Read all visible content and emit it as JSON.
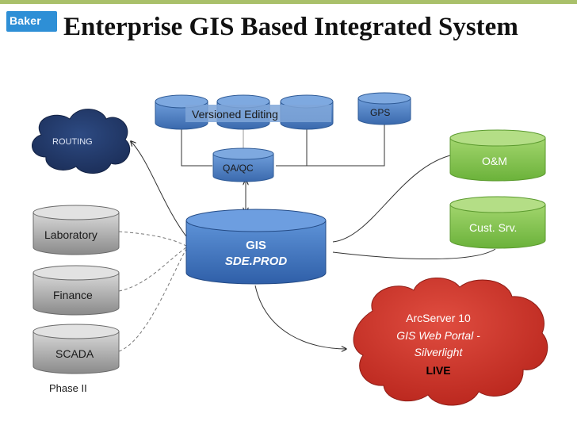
{
  "header": {
    "logo_text": "Baker",
    "title": "Enterprise GIS Based Integrated System"
  },
  "diagram": {
    "routing": "ROUTING",
    "versioned_editing": "Versioned Editing",
    "gps": "GPS",
    "qa_qc": "QA/QC",
    "om": "O&M",
    "cust_srv": "Cust. Srv.",
    "laboratory": "Laboratory",
    "finance": "Finance",
    "scada": "SCADA",
    "phase": "Phase II",
    "gis_line1": "GIS",
    "gis_line2": "SDE.PROD",
    "arcserver_line1": "ArcServer 10",
    "arcserver_line2": "GIS Web Portal -",
    "arcserver_line3": "Silverlight",
    "arcserver_line4": "LIVE"
  },
  "colors": {
    "blue_db": "#4a7ec4",
    "routing_cloud": "#243a66",
    "green_db": "#7ec24a",
    "gray_db": "#8e8e8e",
    "red_cloud": "#d23a2e",
    "accent_bar": "#a9c06a",
    "logo_blue": "#2e8fd6"
  }
}
